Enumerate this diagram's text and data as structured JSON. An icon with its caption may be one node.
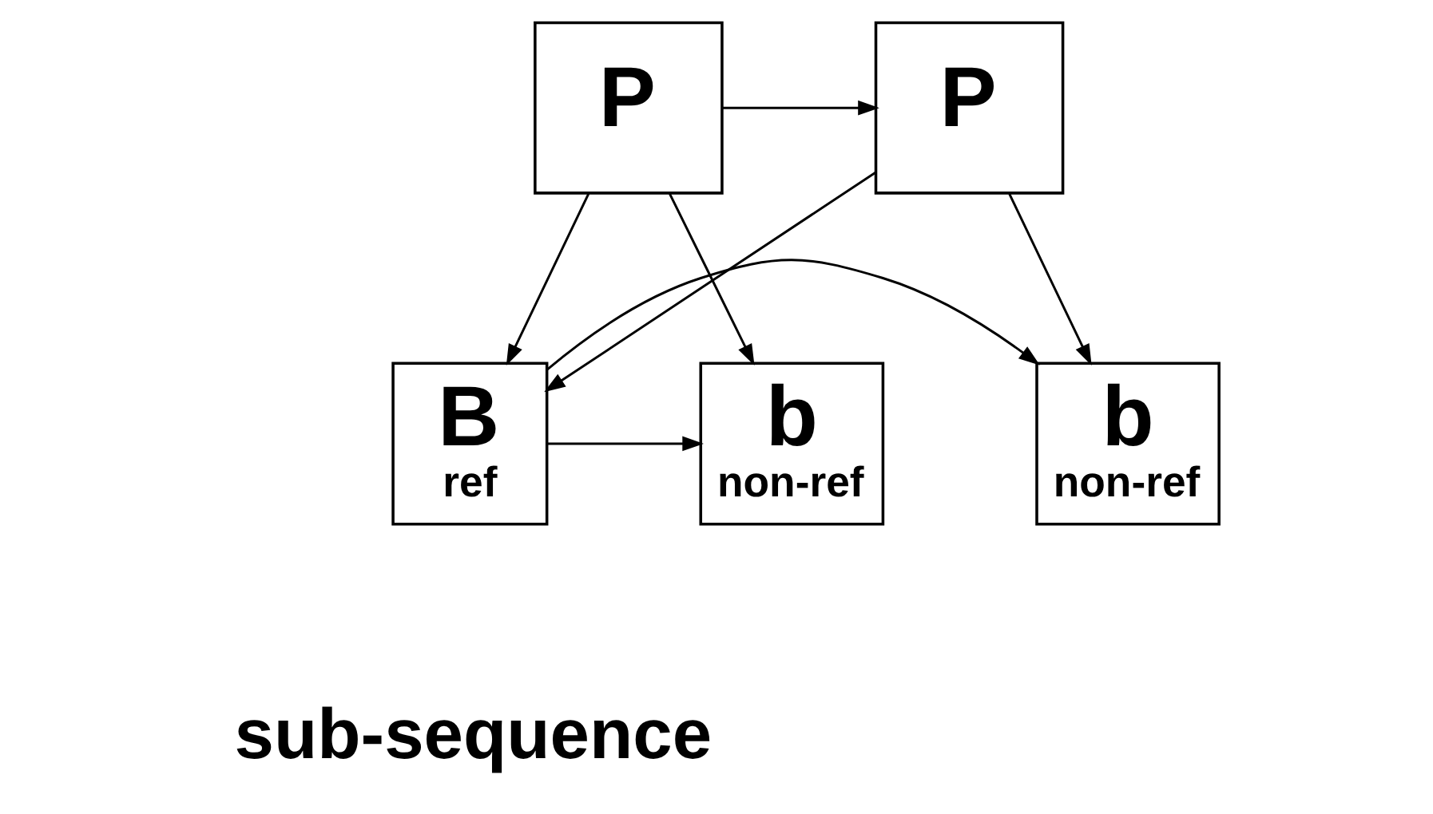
{
  "diagram": {
    "nodes": [
      {
        "text": [
          "P"
        ]
      },
      {
        "text": [
          "P"
        ]
      },
      {
        "text": [
          "b",
          "non-ref"
        ]
      },
      {
        "text": [
          "B",
          "ref"
        ]
      },
      {
        "text": [
          "b",
          "non-ref"
        ]
      }
    ],
    "edges": [
      {
        "from": 0,
        "to": 1,
        "arrow": "to"
      },
      {
        "from": 0,
        "to": 2,
        "arrow": "to"
      },
      {
        "from": 0,
        "to": 3,
        "arrow": "to"
      },
      {
        "from": 1,
        "to": 3,
        "arrow": "to"
      },
      {
        "from": 1,
        "to": 4,
        "arrow": "to"
      },
      {
        "from": 3,
        "to": 2,
        "arrow": "to"
      },
      {
        "from": 3,
        "to": 4,
        "arrow": "to"
      }
    ],
    "labels": [
      "sub-sequence"
    ]
  }
}
